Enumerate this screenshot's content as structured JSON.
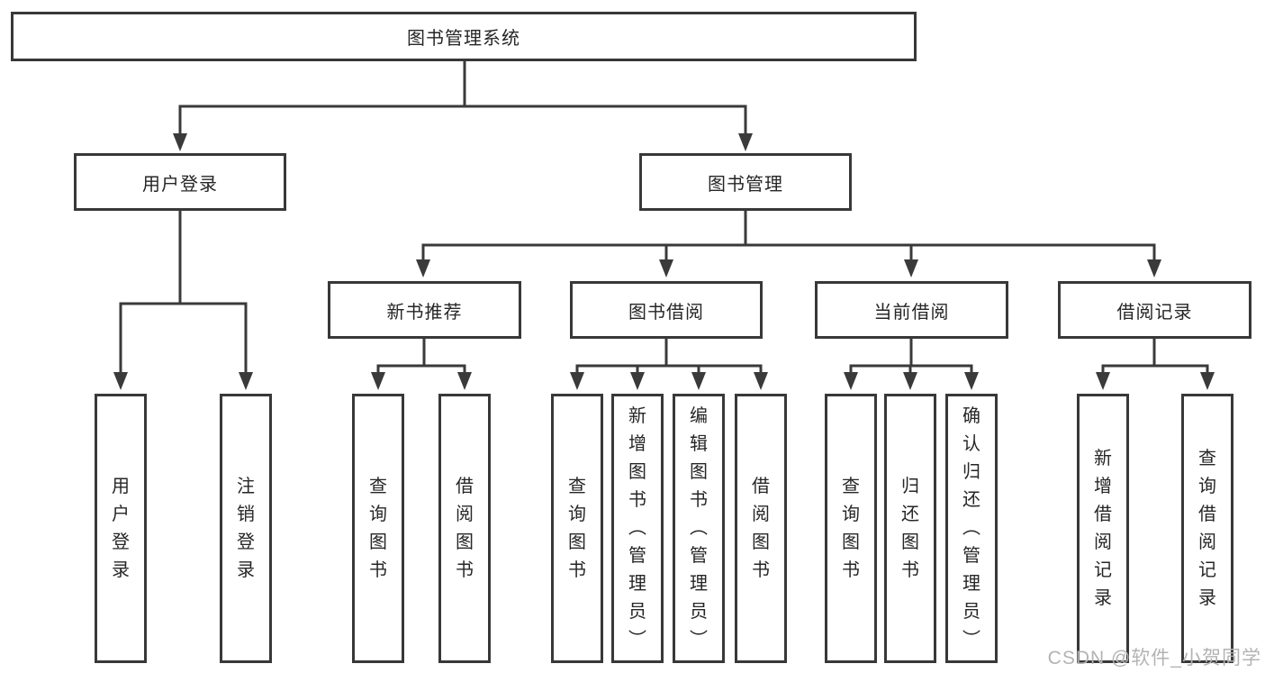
{
  "colors": {
    "line": "#3a3a3a",
    "box_border": "#383838",
    "text": "#262626",
    "background": "#ffffff",
    "watermark": "#b3b3b3"
  },
  "root": {
    "label": "图书管理系统"
  },
  "branches": [
    {
      "label": "用户登录",
      "children": [
        {
          "label": "用户登录"
        },
        {
          "label": "注销登录"
        }
      ]
    },
    {
      "label": "图书管理",
      "children": [
        {
          "label": "新书推荐",
          "children": [
            {
              "label": "查询图书"
            },
            {
              "label": "借阅图书"
            }
          ]
        },
        {
          "label": "图书借阅",
          "children": [
            {
              "label": "查询图书"
            },
            {
              "label": "新增图书（管理员）"
            },
            {
              "label": "编辑图书（管理员）"
            },
            {
              "label": "借阅图书"
            }
          ]
        },
        {
          "label": "当前借阅",
          "children": [
            {
              "label": "查询图书"
            },
            {
              "label": "归还图书"
            },
            {
              "label": "确认归还（管理员）"
            }
          ]
        },
        {
          "label": "借阅记录",
          "children": [
            {
              "label": "新增借阅记录"
            },
            {
              "label": "查询借阅记录"
            }
          ]
        }
      ]
    }
  ],
  "watermark": {
    "text": "CSDN @软件_小贺同学"
  }
}
